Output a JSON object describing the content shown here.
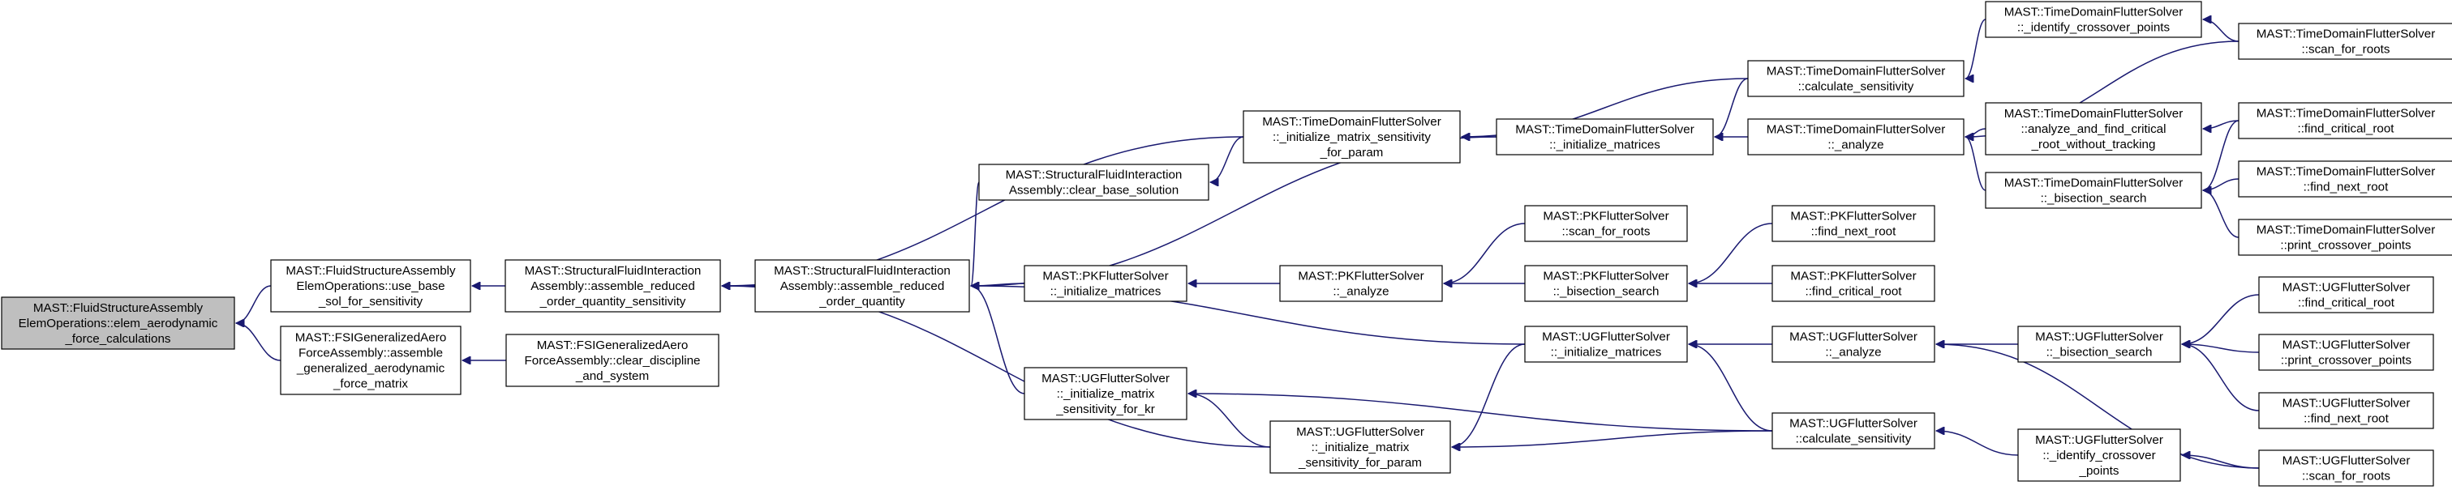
{
  "graph": {
    "colors": {
      "edge": "#191970",
      "node_border": "#000000",
      "node_fill": "#ffffff",
      "root_fill": "#bfbfbf"
    },
    "nodes": {
      "n0": [
        "MAST::FluidStructureAssembly",
        "ElemOperations::elem_aerodynamic",
        "_force_calculations"
      ],
      "n1": [
        "MAST::FluidStructureAssembly",
        "ElemOperations::use_base",
        "_sol_for_sensitivity"
      ],
      "n2": [
        "MAST::FSIGeneralizedAero",
        "ForceAssembly::assemble",
        "_generalized_aerodynamic",
        "_force_matrix"
      ],
      "n3": [
        "MAST::StructuralFluidInteraction",
        "Assembly::assemble_reduced",
        "_order_quantity_sensitivity"
      ],
      "n4": [
        "MAST::FSIGeneralizedAero",
        "ForceAssembly::clear_discipline",
        "_and_system"
      ],
      "n5": [
        "MAST::StructuralFluidInteraction",
        "Assembly::assemble_reduced",
        "_order_quantity"
      ],
      "n6": [
        "MAST::StructuralFluidInteraction",
        "Assembly::clear_base_solution"
      ],
      "n7": [
        "MAST::PKFlutterSolver",
        "::_initialize_matrices"
      ],
      "n8": [
        "MAST::UGFlutterSolver",
        "::_initialize_matrix",
        "_sensitivity_for_kr"
      ],
      "n9": [
        "MAST::TimeDomainFlutterSolver",
        "::_initialize_matrix_sensitivity",
        "_for_param"
      ],
      "n10": [
        "MAST::PKFlutterSolver",
        "::_analyze"
      ],
      "n11": [
        "MAST::UGFlutterSolver",
        "::_initialize_matrix",
        "_sensitivity_for_param"
      ],
      "n12": [
        "MAST::TimeDomainFlutterSolver",
        "::_initialize_matrices"
      ],
      "n13": [
        "MAST::PKFlutterSolver",
        "::scan_for_roots"
      ],
      "n14": [
        "MAST::PKFlutterSolver",
        "::_bisection_search"
      ],
      "n15": [
        "MAST::UGFlutterSolver",
        "::_initialize_matrices"
      ],
      "n16": [
        "MAST::TimeDomainFlutterSolver",
        "::calculate_sensitivity"
      ],
      "n17": [
        "MAST::TimeDomainFlutterSolver",
        "::_analyze"
      ],
      "n18": [
        "MAST::PKFlutterSolver",
        "::find_next_root"
      ],
      "n19": [
        "MAST::PKFlutterSolver",
        "::find_critical_root"
      ],
      "n20": [
        "MAST::UGFlutterSolver",
        "::_analyze"
      ],
      "n21": [
        "MAST::UGFlutterSolver",
        "::calculate_sensitivity"
      ],
      "n22": [
        "MAST::TimeDomainFlutterSolver",
        "::_identify_crossover_points"
      ],
      "n23": [
        "MAST::TimeDomainFlutterSolver",
        "::analyze_and_find_critical",
        "_root_without_tracking"
      ],
      "n24": [
        "MAST::TimeDomainFlutterSolver",
        "::_bisection_search"
      ],
      "n25": [
        "MAST::UGFlutterSolver",
        "::_bisection_search"
      ],
      "n26": [
        "MAST::UGFlutterSolver",
        "::_identify_crossover",
        "_points"
      ],
      "n27": [
        "MAST::TimeDomainFlutterSolver",
        "::scan_for_roots"
      ],
      "n28": [
        "MAST::TimeDomainFlutterSolver",
        "::find_critical_root"
      ],
      "n29": [
        "MAST::TimeDomainFlutterSolver",
        "::find_next_root"
      ],
      "n30": [
        "MAST::TimeDomainFlutterSolver",
        "::print_crossover_points"
      ],
      "n31": [
        "MAST::UGFlutterSolver",
        "::find_critical_root"
      ],
      "n32": [
        "MAST::UGFlutterSolver",
        "::print_crossover_points"
      ],
      "n33": [
        "MAST::UGFlutterSolver",
        "::find_next_root"
      ],
      "n34": [
        "MAST::UGFlutterSolver",
        "::scan_for_roots"
      ]
    },
    "edges": [
      [
        "n1",
        "n0"
      ],
      [
        "n2",
        "n0"
      ],
      [
        "n3",
        "n1"
      ],
      [
        "n4",
        "n2"
      ],
      [
        "n5",
        "n3"
      ],
      [
        "n9",
        "n3"
      ],
      [
        "n11",
        "n3"
      ],
      [
        "n6",
        "n5"
      ],
      [
        "n7",
        "n5"
      ],
      [
        "n8",
        "n5"
      ],
      [
        "n12",
        "n5"
      ],
      [
        "n15",
        "n5"
      ],
      [
        "n9",
        "n6"
      ],
      [
        "n10",
        "n7"
      ],
      [
        "n11",
        "n8"
      ],
      [
        "n21",
        "n8"
      ],
      [
        "n12",
        "n9"
      ],
      [
        "n16",
        "n9"
      ],
      [
        "n13",
        "n10"
      ],
      [
        "n14",
        "n10"
      ],
      [
        "n15",
        "n11"
      ],
      [
        "n21",
        "n11"
      ],
      [
        "n16",
        "n12"
      ],
      [
        "n17",
        "n12"
      ],
      [
        "n18",
        "n14"
      ],
      [
        "n19",
        "n14"
      ],
      [
        "n20",
        "n15"
      ],
      [
        "n21",
        "n15"
      ],
      [
        "n22",
        "n16"
      ],
      [
        "n23",
        "n17"
      ],
      [
        "n24",
        "n17"
      ],
      [
        "n27",
        "n17"
      ],
      [
        "n25",
        "n20"
      ],
      [
        "n34",
        "n20"
      ],
      [
        "n26",
        "n21"
      ],
      [
        "n27",
        "n22"
      ],
      [
        "n28",
        "n23"
      ],
      [
        "n28",
        "n24"
      ],
      [
        "n29",
        "n24"
      ],
      [
        "n30",
        "n24"
      ],
      [
        "n31",
        "n25"
      ],
      [
        "n32",
        "n25"
      ],
      [
        "n33",
        "n25"
      ],
      [
        "n34",
        "n26"
      ]
    ]
  }
}
